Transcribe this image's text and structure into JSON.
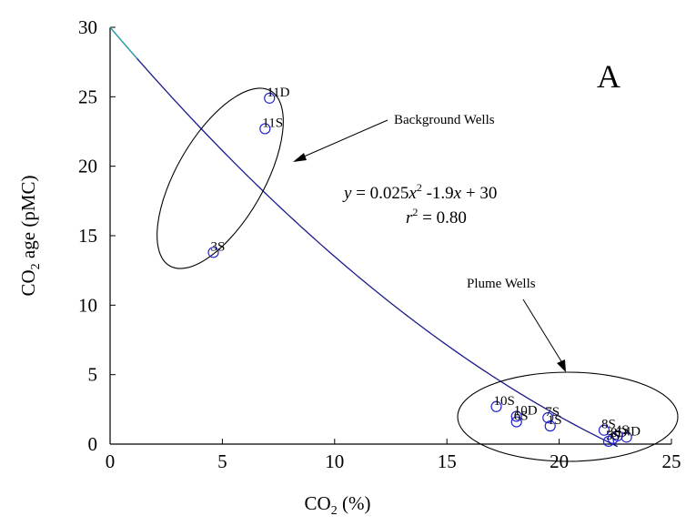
{
  "chart_data": {
    "type": "scatter",
    "panel_label": "A",
    "xlabel": {
      "main": "CO",
      "sub": "2",
      "rest": " (%)"
    },
    "ylabel": {
      "main": "CO",
      "sub": "2",
      "rest": " age (pMC)"
    },
    "xlim": [
      0,
      25
    ],
    "ylim": [
      0,
      30
    ],
    "x_ticks": [
      0,
      5,
      10,
      15,
      20,
      25
    ],
    "y_ticks": [
      0,
      5,
      10,
      15,
      20,
      25,
      30
    ],
    "grid": false,
    "colors": {
      "points": "#2222cc",
      "curve": "#1a1a8c",
      "curve_start": "#2aa8a8",
      "ellipse": "#000000"
    },
    "points": [
      {
        "label": "11D",
        "x": 7.1,
        "y": 24.9
      },
      {
        "label": "11S",
        "x": 6.9,
        "y": 22.7
      },
      {
        "label": "3S",
        "x": 4.6,
        "y": 13.8
      },
      {
        "label": "10S",
        "x": 17.2,
        "y": 2.7
      },
      {
        "label": "10D",
        "x": 18.1,
        "y": 2.0
      },
      {
        "label": "6S",
        "x": 18.1,
        "y": 1.6
      },
      {
        "label": "7S",
        "x": 19.5,
        "y": 1.9
      },
      {
        "label": "1S",
        "x": 19.6,
        "y": 1.3
      },
      {
        "label": "8S",
        "x": 22.0,
        "y": 1.0
      },
      {
        "label": "4S",
        "x": 22.6,
        "y": 0.6
      },
      {
        "label": "8D",
        "x": 22.4,
        "y": 0.4
      },
      {
        "label": "4D",
        "x": 23.0,
        "y": 0.5
      },
      {
        "label": "5S",
        "x": 22.2,
        "y": 0.2
      }
    ],
    "fit": {
      "a": 0.025,
      "b": -1.9,
      "c": 30,
      "x_range": [
        0,
        22.6
      ]
    },
    "equation": {
      "y": "y",
      "eq": " = 0.025",
      "x1": "x",
      "sup": "2",
      "mid": " -1.9",
      "x2": "x",
      "end": " + 30"
    },
    "r2": {
      "r": "r",
      "sup": "2",
      "rest": " = 0.80"
    },
    "groups": [
      {
        "name": "Background Wells"
      },
      {
        "name": "Plume Wells"
      }
    ]
  }
}
